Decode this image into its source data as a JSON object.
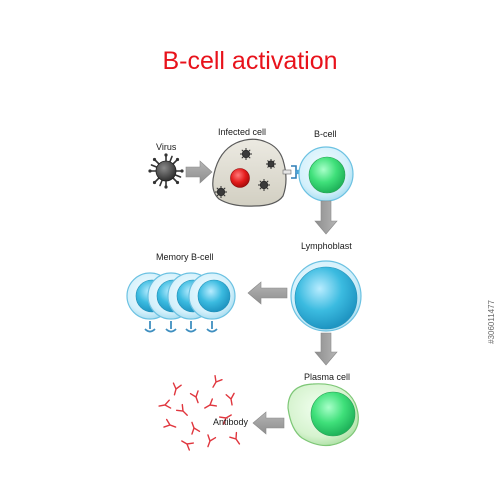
{
  "title": "B-cell activation",
  "labels": {
    "virus": "Virus",
    "infected_cell": "Infected cell",
    "b_cell": "B-cell",
    "lymphoblast": "Lymphoblast",
    "memory_b_cell": "Memory B-cell",
    "plasma_cell": "Plasma cell",
    "antibody": "Antibody"
  },
  "stock_id": "#306011477",
  "colors": {
    "title": "#e8121b",
    "nucleus_green": "#3fe07a",
    "nucleus_blue": "#3bbbe0",
    "cell_membrane": "#b9e6f5",
    "plasma_cytoplasm": "#cdeec4",
    "infected_cytoplasm": "#e4e1d6",
    "infected_nucleus": "#e31b1b",
    "antibody": "#e0363e",
    "arrow": "#9a9a9a",
    "receptor": "#4aa3d8"
  }
}
